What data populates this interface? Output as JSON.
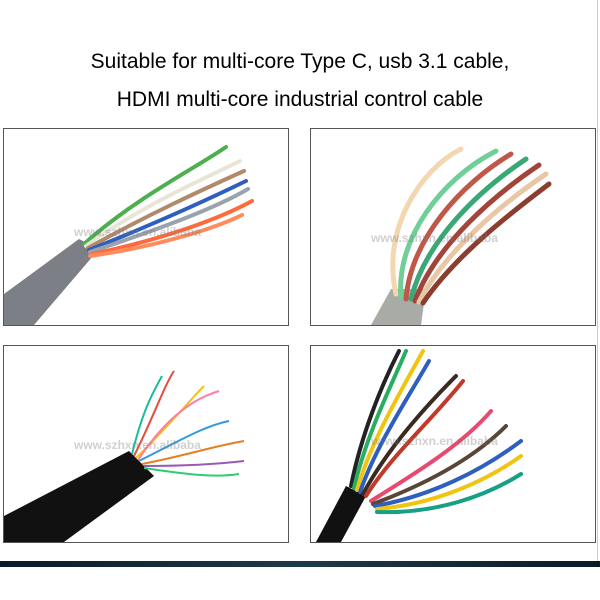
{
  "headline": {
    "line1": "Suitable for multi-core Type C, usb 3.1 cable,",
    "line2": "HDMI multi-core industrial control cable"
  },
  "watermark": "www.szhxn.en.alibaba",
  "panels": [
    {
      "name": "grey-sheathed-multicore-cable"
    },
    {
      "name": "twisted-pair-multicore-cable"
    },
    {
      "name": "black-sheathed-many-core-cable"
    },
    {
      "name": "black-sheathed-colored-core-cable"
    }
  ],
  "colors": {
    "bar": "#1d3a4c",
    "border": "#555555"
  }
}
